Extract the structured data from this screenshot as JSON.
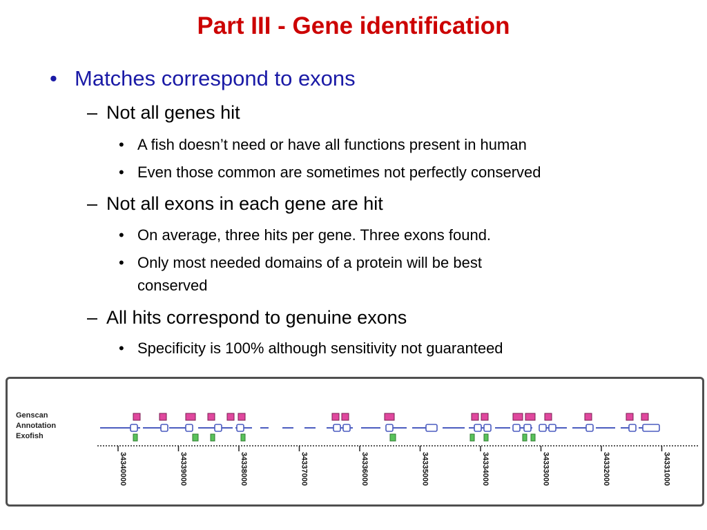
{
  "slide": {
    "title": "Part III - Gene identification",
    "bullets": [
      {
        "marker": "•",
        "text": "Matches correspond to exons",
        "children": [
          {
            "marker": "–",
            "text": "Not all genes hit",
            "children": [
              {
                "marker": "•",
                "text": "A fish doesn’t need or have all functions present in human"
              },
              {
                "marker": "•",
                "text": "Even those common are sometimes not perfectly conserved"
              }
            ]
          },
          {
            "marker": "–",
            "text": "Not all exons in each gene are hit",
            "children": [
              {
                "marker": "•",
                "text": "On average, three hits per gene.  Three exons found."
              },
              {
                "marker": "•",
                "text": "Only most needed domains of a protein will be best",
                "text2": "conserved"
              }
            ]
          },
          {
            "marker": "–",
            "text": "All hits correspond to genuine exons",
            "children": [
              {
                "marker": "•",
                "text": "Specificity is 100% although sensitivity not guaranteed"
              }
            ]
          }
        ]
      }
    ]
  },
  "figure": {
    "track_labels": [
      "Genscan",
      "Annotation",
      "Exofish"
    ],
    "coordinates": [
      "34340000",
      "34339000",
      "34338000",
      "34337000",
      "34336000",
      "34335000",
      "34334000",
      "34333000",
      "34332000",
      "34331000"
    ],
    "colors": {
      "genscan": "#e0489e",
      "exofish": "#59c25b",
      "annotation": "#4a5bbf",
      "axis": "#222222"
    }
  }
}
